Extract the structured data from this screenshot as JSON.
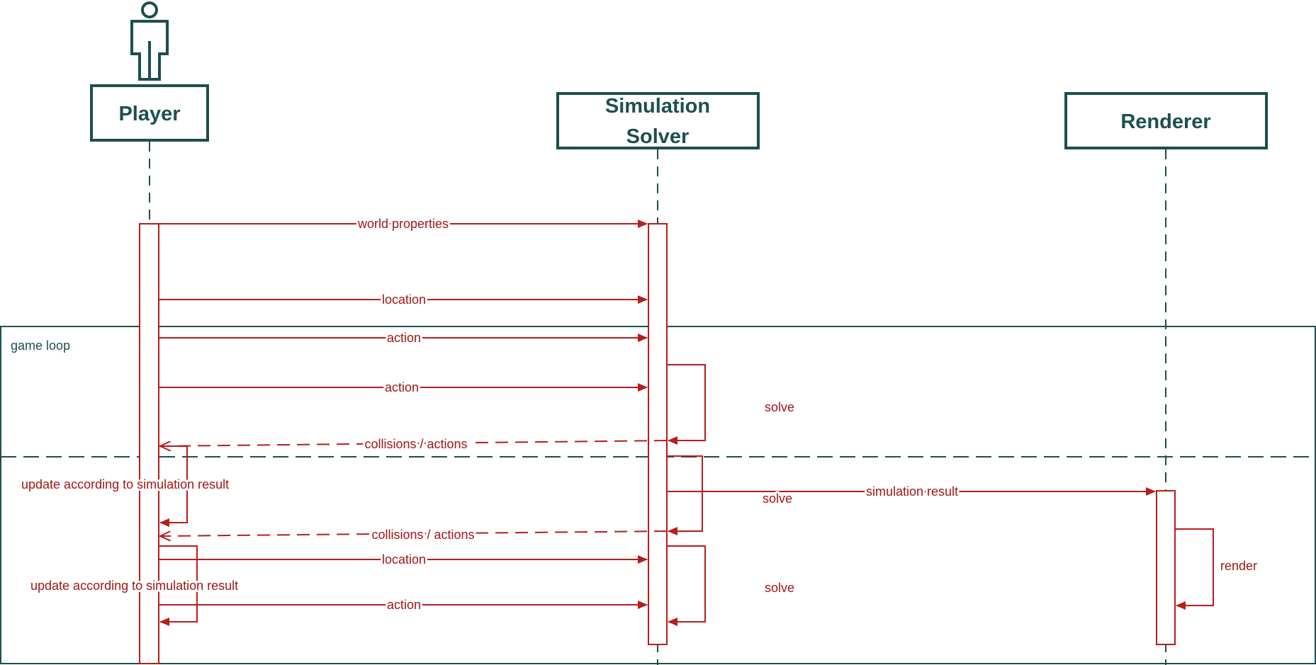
{
  "participants": [
    {
      "id": "player",
      "name": "Player",
      "lines": [
        "Player"
      ],
      "actor": true
    },
    {
      "id": "solver",
      "name": "Simulation Solver",
      "lines": [
        "Simulation",
        "Solver"
      ],
      "actor": false
    },
    {
      "id": "renderer",
      "name": "Renderer",
      "lines": [
        "Renderer"
      ],
      "actor": false
    }
  ],
  "fragment": {
    "label": "game loop"
  },
  "messages": {
    "m1": "world properties",
    "m2": "location",
    "m3": "action",
    "m4": "action",
    "m5": "collisions / actions",
    "m6": "simulation result",
    "m7": "collisions / actions",
    "m8": "location",
    "m9": "action"
  },
  "self_messages": {
    "s1": "solve",
    "s2": "solve",
    "s3": "solve",
    "s4": "render",
    "u1": "update according to simulation result",
    "u2": "update according to simulation result"
  },
  "colors": {
    "frame": "#1d4f4f",
    "message": "#b81c1c",
    "text": "#a31515"
  }
}
